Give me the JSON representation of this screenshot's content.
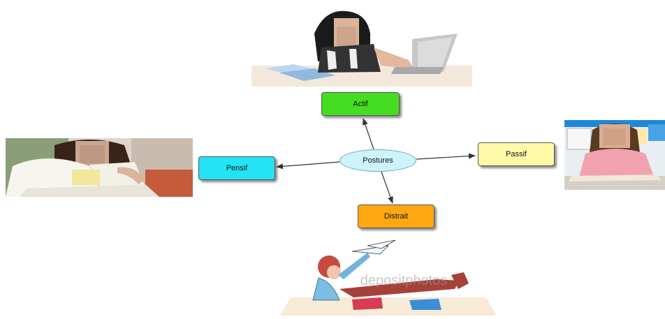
{
  "diagram": {
    "center": {
      "label": "Postures",
      "color": "#cdf4fb"
    },
    "nodes": [
      {
        "id": "actif",
        "label": "Actif",
        "color": "#44dd22"
      },
      {
        "id": "passif",
        "label": "Passif",
        "color": "#fffaa8"
      },
      {
        "id": "pensif",
        "label": "Pensif",
        "color": "#22e4f5"
      },
      {
        "id": "distrait",
        "label": "Distrait",
        "color": "#ffa812"
      }
    ]
  },
  "photos": {
    "top": {
      "subject": "student typing on laptop",
      "icon": "laptop-student-photo"
    },
    "left": {
      "subject": "student resting head on hand",
      "icon": "thinking-student-photo"
    },
    "right": {
      "subject": "smiling student at desk",
      "icon": "seated-student-photo"
    },
    "bottom": {
      "subject": "distracted student with paper plane",
      "icon": "distracted-student-illustration",
      "watermark": "depositphotos"
    }
  }
}
